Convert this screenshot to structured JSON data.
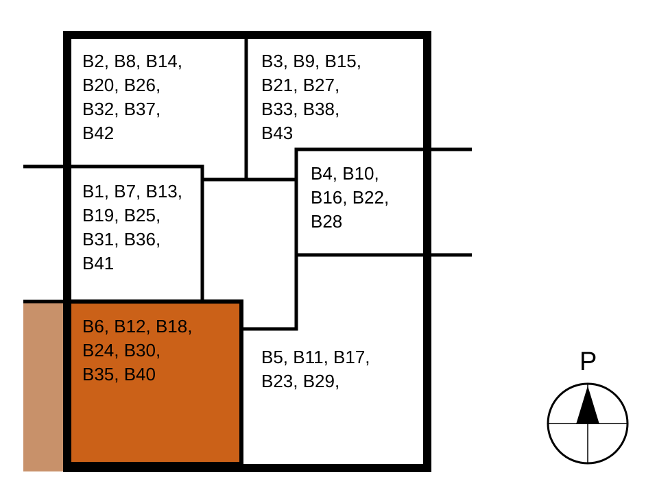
{
  "colors": {
    "highlight_room": "#CB6118",
    "exterior_strip": "#C8916A",
    "walls": "#000000",
    "background": "#FFFFFF"
  },
  "rooms": {
    "top_left": [
      "B2, B8, B14,",
      "B20, B26,",
      "B32, B37,",
      "B42"
    ],
    "top_right": [
      "B3, B9, B15,",
      "B21, B27,",
      "B33, B38,",
      "B43"
    ],
    "middle_left": [
      "B1, B7, B13,",
      "B19, B25,",
      "B31, B36,",
      "B41"
    ],
    "middle_right": [
      "B4, B10,",
      "B16, B22,",
      "B28"
    ],
    "bottom_left": [
      "B6, B12, B18,",
      "B24, B30,",
      "B35, B40"
    ],
    "bottom_right": [
      "B5, B11, B17,",
      "B23, B29,"
    ]
  },
  "compass": {
    "label": "P",
    "icon": "north-arrow-icon"
  }
}
